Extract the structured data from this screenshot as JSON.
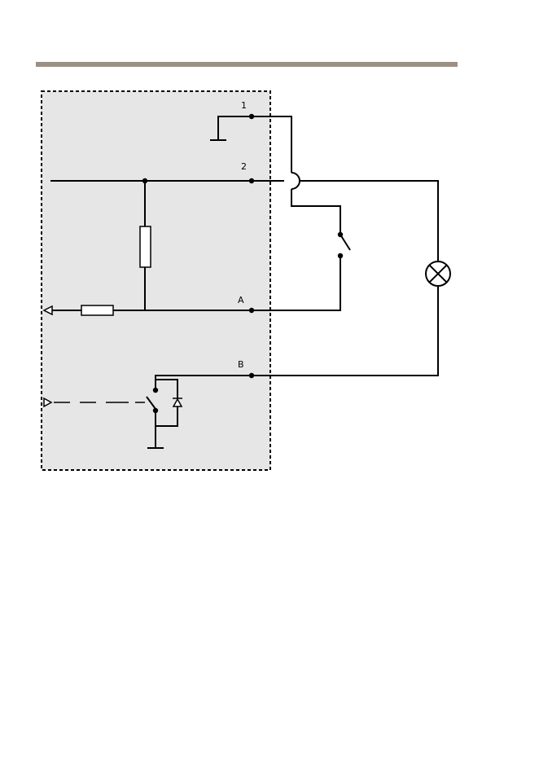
{
  "colors": {
    "header_rule": "#9c8f84",
    "device_box_fill": "#e6e6e6",
    "line": "#000000"
  },
  "terminals": {
    "t1": "1",
    "t2": "2",
    "tA": "A",
    "tB": "B"
  },
  "icons": {
    "ground_top": "ground-icon",
    "ground_bottom": "ground-icon",
    "pullup_resistor": "resistor-icon",
    "series_resistor": "resistor-icon",
    "input_arrow": "arrow-left-icon",
    "control_arrow": "triangle-right-icon",
    "external_switch": "switch-icon",
    "relay_switch": "switch-icon",
    "diode": "diode-icon",
    "lamp": "lamp-icon"
  }
}
